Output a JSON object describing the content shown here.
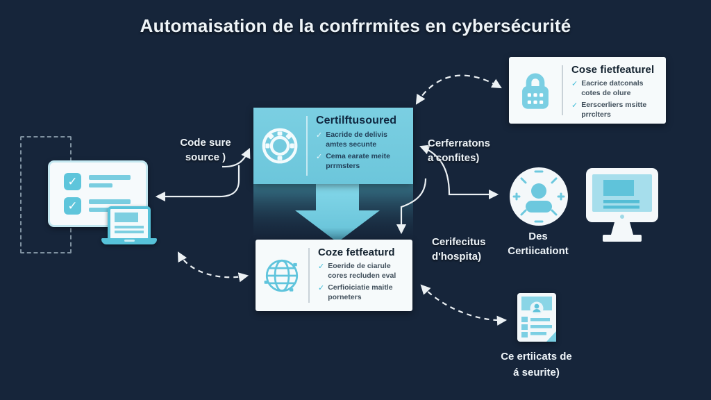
{
  "title": "Automaisation de la confrrmites en cybersécurité",
  "colors": {
    "background": "#16253a",
    "accent_teal": "#7bd0e4",
    "card_white": "#f6fafb",
    "line_white": "#eaf0f4"
  },
  "check_glyph": "✓",
  "cards": {
    "central": {
      "title": "Certilftusoured",
      "items": [
        "Eacride de delivis amtes secunte",
        "Cema earate meite prrmsters"
      ]
    },
    "lock": {
      "title": "Cose fietfeaturel",
      "items": [
        "Eacrice datconals cotes de olure",
        "Eerscerliers msitte prrclters"
      ]
    },
    "globe": {
      "title": "Coze fetfeaturd",
      "items": [
        "Eoeride de ciarule cores recluden eval",
        "Cerfioiciatie maitle porneters"
      ]
    }
  },
  "annotations": {
    "code_source": {
      "line1": "Code sure",
      "line2": "source )"
    },
    "confites": {
      "line1": "Cerferratons",
      "line2": "a'confites)"
    },
    "hospita": {
      "line1": "Cerifecitus",
      "line2": "d'hospita)"
    }
  },
  "nodes": {
    "person": {
      "line1": "Des",
      "line2": "Certiicationt"
    },
    "document": {
      "line1": "Ce ertiicats de",
      "line2": "á seurite)"
    }
  }
}
